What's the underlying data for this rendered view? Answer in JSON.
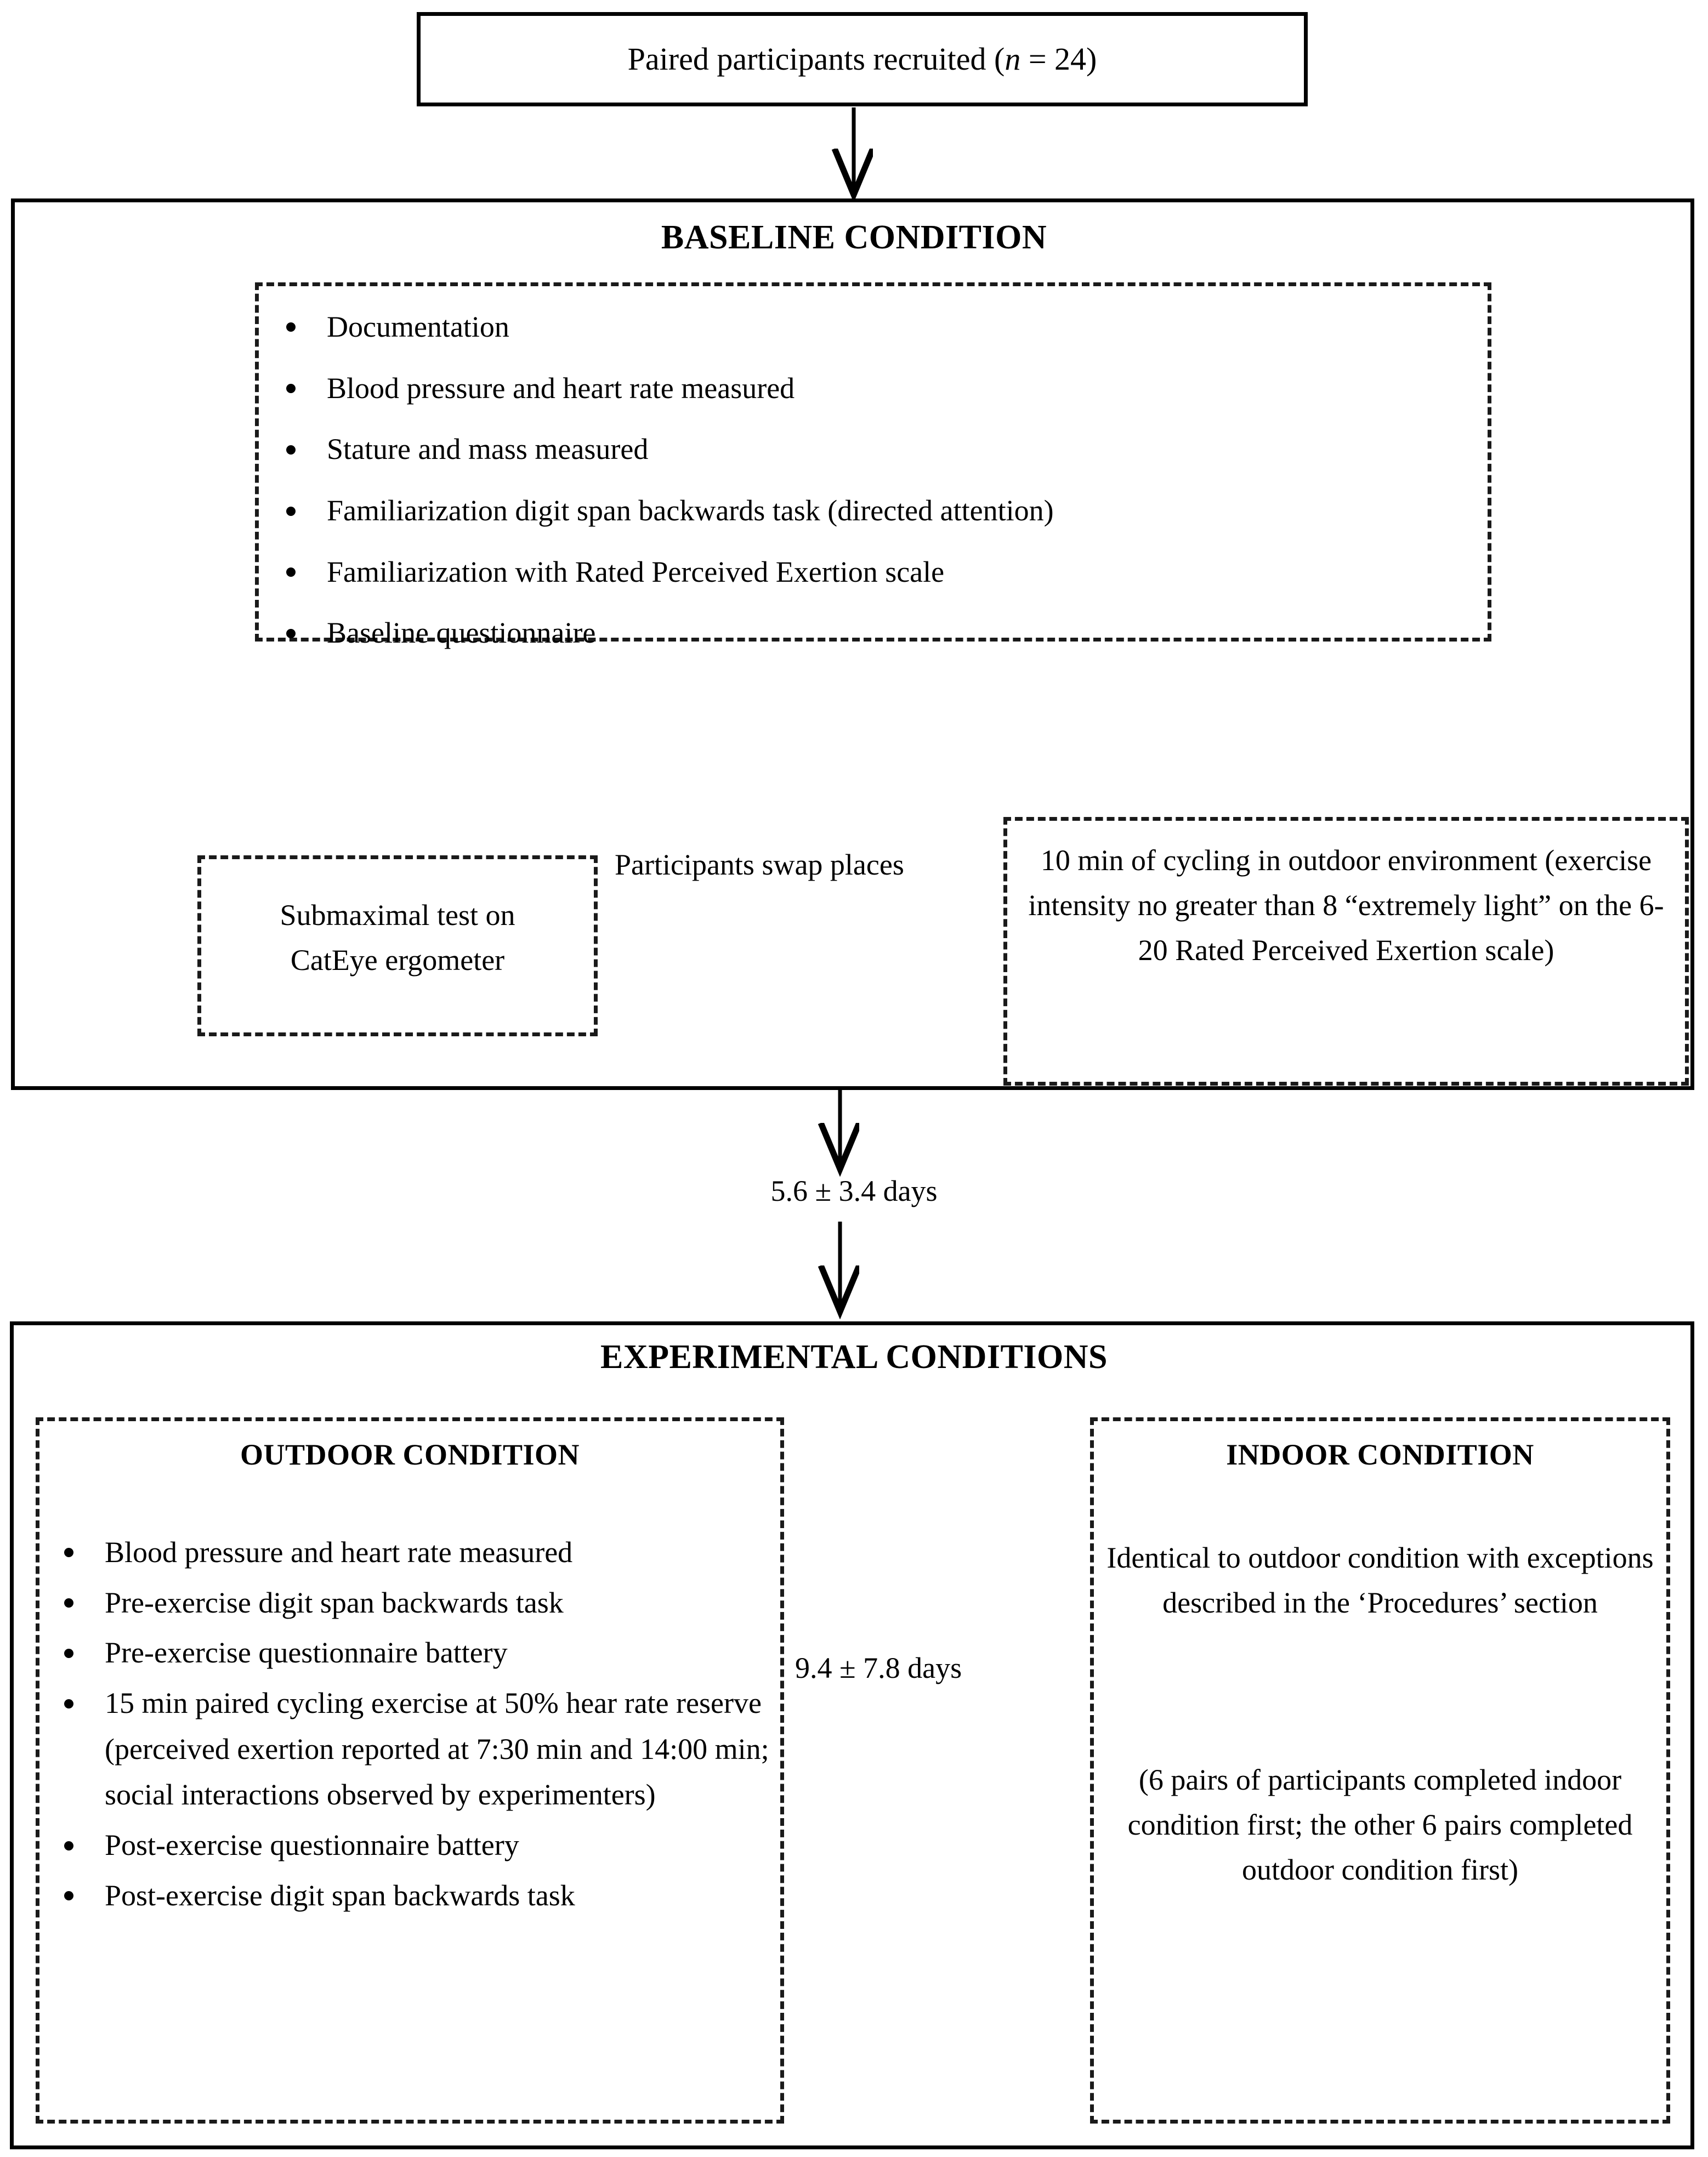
{
  "recruitment": {
    "text_before": "Paired participants recruited (",
    "italic_n": "n",
    "text_after": " = 24)"
  },
  "baseline": {
    "title": "BASELINE CONDITION",
    "items": [
      "Documentation",
      "Blood pressure and heart rate measured",
      "Stature and mass measured",
      "Familiarization digit span backwards task (directed attention)",
      "Familiarization with Rated Perceived Exertion scale",
      "Baseline questionnaire"
    ],
    "swap_label": "Participants swap places",
    "left_box": "Submaximal test on\nCatEye ergometer",
    "right_box": "10 min of cycling in outdoor environment (exercise intensity no greater than 8 “extremely light” on the 6-20 Rated Perceived Exertion scale)"
  },
  "interval": {
    "baseline_to_experimental": "5.6 ± 3.4 days",
    "outdoor_to_indoor": "9.4 ± 7.8 days"
  },
  "experimental": {
    "title": "EXPERIMENTAL CONDITIONS",
    "outdoor": {
      "title": "OUTDOOR CONDITION",
      "items": [
        "Blood pressure and heart rate measured",
        "Pre-exercise digit span backwards task",
        "Pre-exercise questionnaire battery",
        "15 min paired cycling exercise at 50% hear rate reserve (perceived exertion reported at 7:30 min and 14:00 min; social interactions observed by experimenters)",
        "Post-exercise questionnaire battery",
        "Post-exercise digit span backwards task"
      ]
    },
    "indoor": {
      "title": "INDOOR CONDITION",
      "paragraph_1": "Identical to outdoor condition with exceptions described in the ‘Procedures’ section",
      "paragraph_2": "(6 pairs of participants completed indoor condition first; the other 6 pairs completed outdoor condition first)"
    }
  },
  "colors": {
    "line": "#000000",
    "background": "#ffffff"
  }
}
